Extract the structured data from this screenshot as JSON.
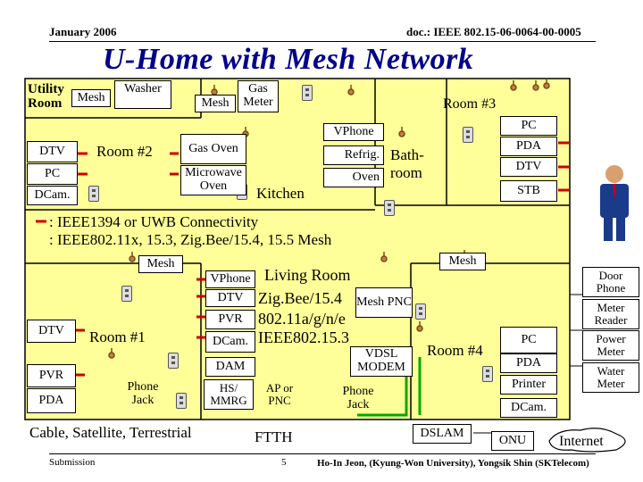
{
  "header": {
    "date": "January 2006",
    "doc": "doc.: IEEE 802.15-06-0064-00-0005"
  },
  "title": "U-Home with Mesh Network",
  "labels": {
    "utility_room_1": "Utility",
    "utility_room_2": "Room",
    "mesh_utility": "Mesh",
    "washer": "Washer",
    "gas_meter_1": "Gas",
    "gas_meter_2": "Meter",
    "mesh_gas": "Mesh",
    "room3": "Room #3",
    "pc_r3": "PC",
    "pda_r3": "PDA",
    "dtv_r3": "DTV",
    "stb_r3": "STB",
    "vphone_k": "VPhone",
    "refrig": "Refrig.",
    "oven_k": "Oven",
    "bath_1": "Bath-",
    "bath_2": "room",
    "dtv_r2": "DTV",
    "pc_r2": "PC",
    "dcam_r2": "DCam.",
    "room2": "Room #2",
    "gas_oven": "Gas Oven",
    "microwave": "Microwave Oven",
    "kitchen": "Kitchen",
    "legend1": ": IEEE1394 or UWB Connectivity",
    "legend2": ": IEEE802.11x, 15.3, Zig.Bee/15.4, 15.5 Mesh",
    "mesh_lr": "Mesh",
    "mesh_r4": "Mesh",
    "vphone_lr": "VPhone",
    "dtv_lr": "DTV",
    "pvr_lr": "PVR",
    "dcam_lr": "DCam.",
    "dam_lr": "DAM",
    "hsmrg_lr": "HS/ MMRG",
    "living1": "Living Room",
    "living2": "Zig.Bee/15.4",
    "living3": "802.11a/g/n/e",
    "living4": "IEEE802.15.3",
    "mesh_pnc": "Mesh PNC",
    "ap_pnc": "AP or PNC",
    "vdsl": "VDSL MODEM",
    "phone_jack_lr": "Phone Jack",
    "room1": "Room #1",
    "dtv_r1": "DTV",
    "pvr_r1": "PVR",
    "pda_r1": "PDA",
    "phone_jack_r1": "Phone Jack",
    "room4": "Room #4",
    "pc_r4": "PC",
    "pda_r4": "PDA",
    "printer_r4": "Printer",
    "dcam_r4": "DCam.",
    "door_phone": "Door Phone",
    "meter_reader": "Meter Reader",
    "power_meter": "Power Meter",
    "water_meter": "Water Meter",
    "cable": "Cable, Satellite, Terrestrial",
    "ftth": "FTTH",
    "dslam": "DSLAM",
    "onu": "ONU",
    "internet": "Internet"
  },
  "footer": {
    "submission": "Submission",
    "page": "5",
    "author": "Ho-In Jeon, (Kyung-Won University), Yongsik Shin (SKTelecom)"
  },
  "colors": {
    "floor": "#ffff99",
    "title": "#00008b",
    "mesh_line": "#00aa00",
    "red": "#cc0000",
    "walls": "#000000"
  }
}
